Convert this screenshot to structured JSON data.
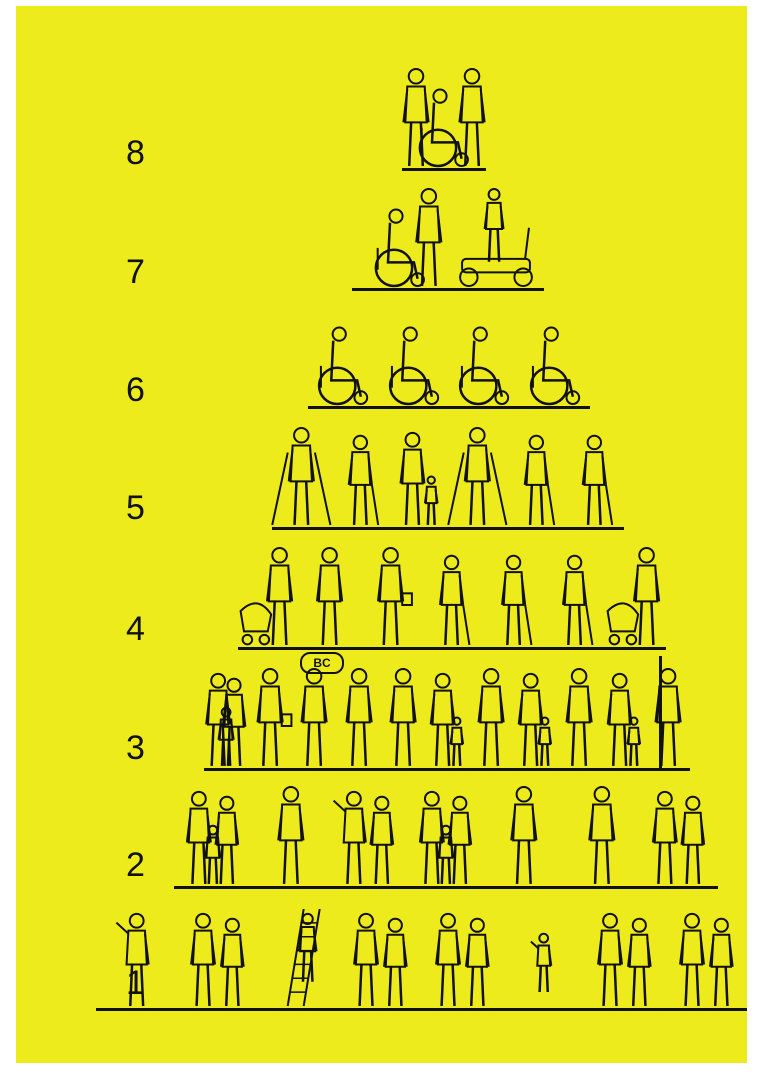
{
  "colors": {
    "background": "#eeeb1d",
    "ink": "#111111",
    "margin": "#ffffff"
  },
  "levels": [
    {
      "label": "8",
      "figures": [
        "standing-person-icon",
        "wheelchair-user-icon",
        "standing-person-icon"
      ]
    },
    {
      "label": "7",
      "figures": [
        "wheelchair-with-attendant-icon",
        "mobility-scooter-user-icon"
      ]
    },
    {
      "label": "6",
      "figures": [
        "wheelchair-user-icon",
        "wheelchair-user-icon",
        "wheelchair-user-icon",
        "wheelchair-user-icon"
      ]
    },
    {
      "label": "5",
      "figures": [
        "person-with-crutches-icon",
        "elderly-person-icon",
        "person-with-child-icon",
        "person-with-crutches-icon",
        "person-with-walker-icon",
        "elderly-person-icon"
      ]
    },
    {
      "label": "4",
      "figures": [
        "person-with-pram-icon",
        "pregnant-person-icon",
        "person-carrying-load-icon",
        "person-with-cane-icon",
        "elderly-person-icon",
        "person-with-cane-icon",
        "person-with-trolley-icon"
      ]
    },
    {
      "label": "3",
      "figures": [
        "adult-with-children-icon",
        "person-with-bag-icon",
        "person-icon",
        "person-icon",
        "person-icon",
        "person-with-child-icon",
        "person-icon",
        "person-with-child-icon",
        "person-icon",
        "person-with-child-icon",
        "person-icon"
      ]
    },
    {
      "label": "2",
      "figures": [
        "group-of-people-icon",
        "person-icon",
        "couple-talking-icon",
        "group-of-people-icon",
        "person-icon",
        "person-icon",
        "couple-icon"
      ]
    },
    {
      "label": "1",
      "figures": [
        "person-waving-icon",
        "couple-icon",
        "person-on-ladder-icon",
        "couple-icon",
        "couple-icon",
        "child-jumping-icon",
        "couple-running-icon",
        "couple-icon"
      ]
    }
  ],
  "bus_stop_sign": "BC"
}
